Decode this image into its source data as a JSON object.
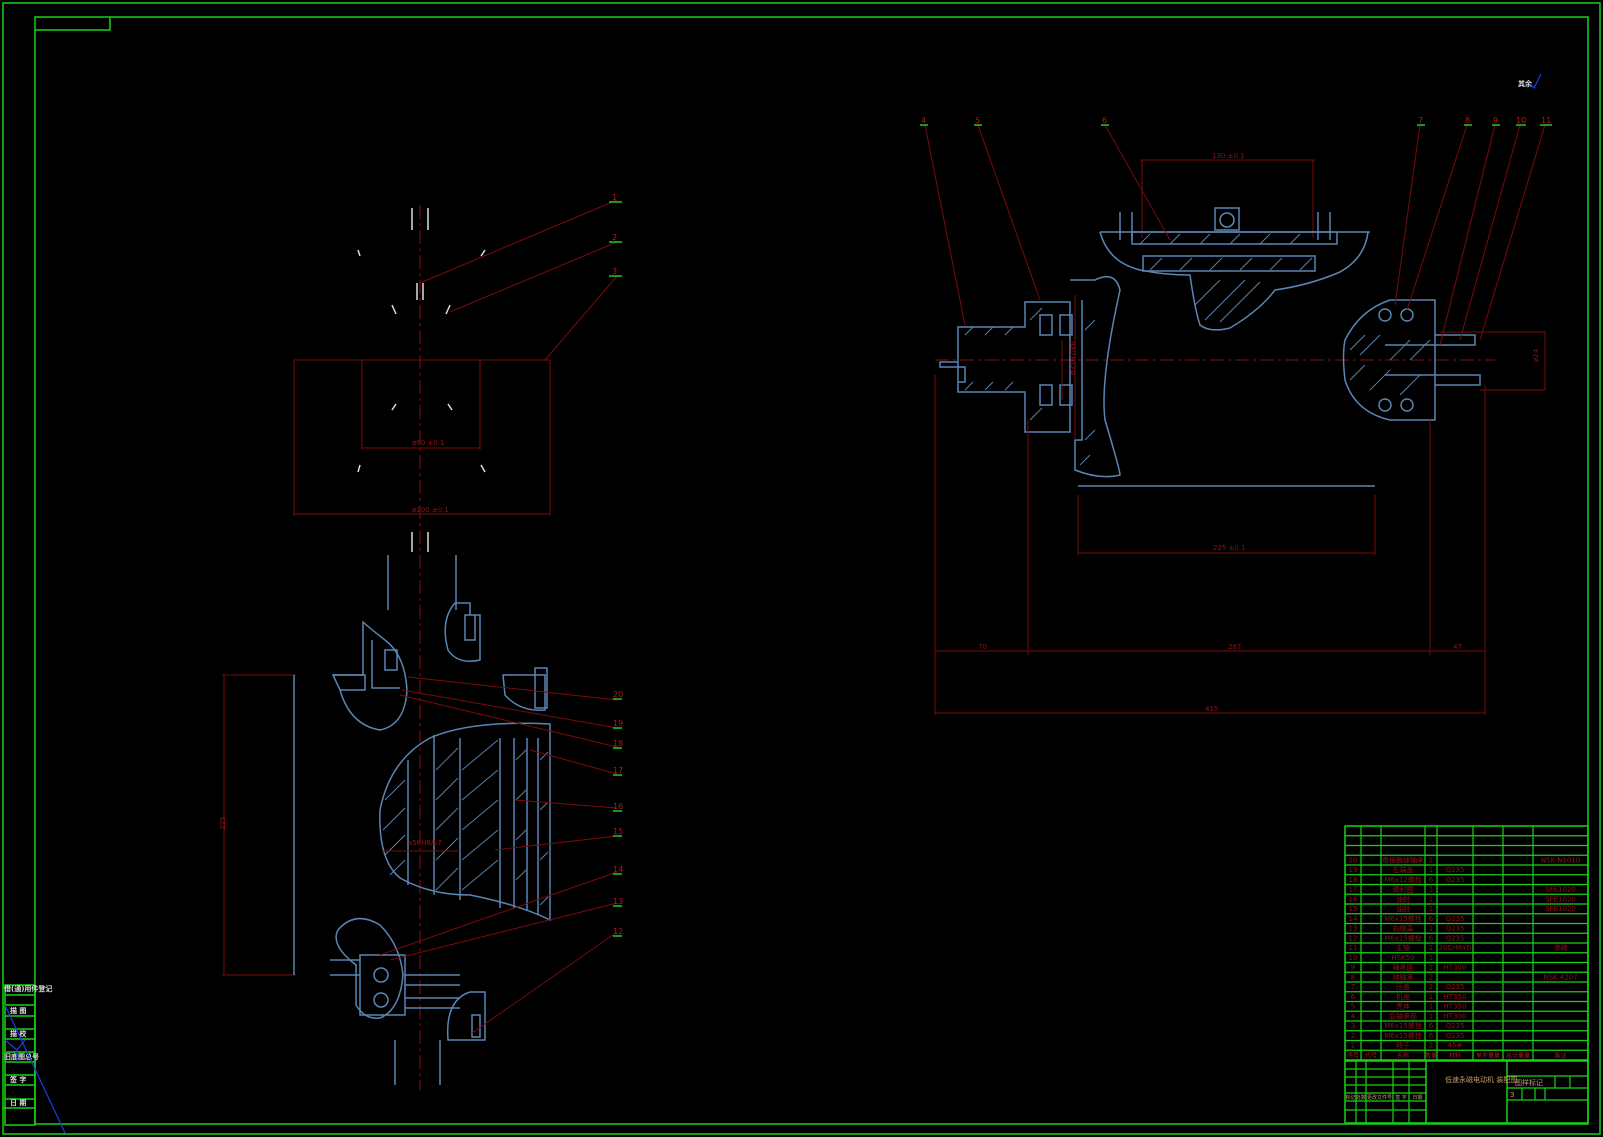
{
  "drawing": {
    "title": "低速永磁电动机 装配图",
    "check_mark": "其余",
    "title_block": {
      "scale_label": "图样标记",
      "sheet_number": "3",
      "headers": [
        "标记",
        "处数",
        "更改文件号",
        "签 字",
        "日期"
      ]
    },
    "side_strip": [
      "借(通)用件登记",
      "描 图",
      "描 校",
      "旧底图总号",
      "签 字",
      "日 期"
    ],
    "balloons_top_left": [
      "1",
      "2",
      "3"
    ],
    "balloons_left_column": [
      "20",
      "19",
      "18",
      "17",
      "16",
      "15",
      "14",
      "13",
      "12"
    ],
    "balloons_right": [
      "4",
      "5",
      "6",
      "7",
      "8",
      "9",
      "10",
      "11"
    ],
    "dimensions": {
      "left_top_inner": "ø60 ±0.1",
      "left_top_outer": "ø100 ±0.1",
      "left_vertical": "225",
      "left_bore": "ø56H8/k7",
      "right_top": "130 ±0.1",
      "right_bottom": "225 ±0.1",
      "right_shaft": "ø35H7/k6",
      "right_tip": "ø24",
      "seg_1": "70",
      "seg_2": "287",
      "seg_3": "47",
      "overall": "415"
    },
    "parts_list": {
      "headers": [
        "序号",
        "代号",
        "名称",
        "数量",
        "材料",
        "单件重量",
        "总计重量",
        "备注"
      ],
      "rows": [
        {
          "no": "20",
          "name": "角接触球轴承",
          "qty": "2",
          "material": "",
          "note": "NSK N1010"
        },
        {
          "no": "19",
          "name": "左端盖",
          "qty": "1",
          "material": "Q235",
          "note": ""
        },
        {
          "no": "18",
          "name": "M6x12螺栓",
          "qty": "6",
          "material": "Q235",
          "note": ""
        },
        {
          "no": "17",
          "name": "密封圈",
          "qty": "1",
          "material": "",
          "note": "SFE1020"
        },
        {
          "no": "16",
          "name": "油封",
          "qty": "1",
          "material": "",
          "note": "SFE1020"
        },
        {
          "no": "15",
          "name": "油封",
          "qty": "1",
          "material": "",
          "note": "SFE1020"
        },
        {
          "no": "14",
          "name": "M6x15螺栓",
          "qty": "6",
          "material": "Q235",
          "note": ""
        },
        {
          "no": "13",
          "name": "右端盖",
          "qty": "1",
          "material": "Q235",
          "note": ""
        },
        {
          "no": "12",
          "name": "M6x15螺栓",
          "qty": "6",
          "material": "Q235",
          "note": ""
        },
        {
          "no": "11",
          "name": "主轴",
          "qty": "1",
          "material": "20CrMnTi",
          "note": "渗碳"
        },
        {
          "no": "10",
          "name": "HSK50",
          "qty": "1",
          "material": "",
          "note": ""
        },
        {
          "no": "9",
          "name": "轴承座",
          "qty": "1",
          "material": "HT300",
          "note": ""
        },
        {
          "no": "8",
          "name": "球轴承",
          "qty": "2",
          "material": "",
          "note": "NSK 4207"
        },
        {
          "no": "7",
          "name": "压盖",
          "qty": "2",
          "material": "Q235",
          "note": ""
        },
        {
          "no": "6",
          "name": "机座",
          "qty": "1",
          "material": "HT350",
          "note": ""
        },
        {
          "no": "5",
          "name": "壳体",
          "qty": "1",
          "material": "HT350",
          "note": ""
        },
        {
          "no": "4",
          "name": "后轴承座",
          "qty": "1",
          "material": "HT300",
          "note": ""
        },
        {
          "no": "3",
          "name": "M6x15螺栓",
          "qty": "6",
          "material": "Q235",
          "note": ""
        },
        {
          "no": "2",
          "name": "M6x15螺栓",
          "qty": "6",
          "material": "Q235",
          "note": ""
        },
        {
          "no": "1",
          "name": "转子",
          "qty": "2",
          "material": "45#",
          "note": ""
        }
      ]
    }
  }
}
